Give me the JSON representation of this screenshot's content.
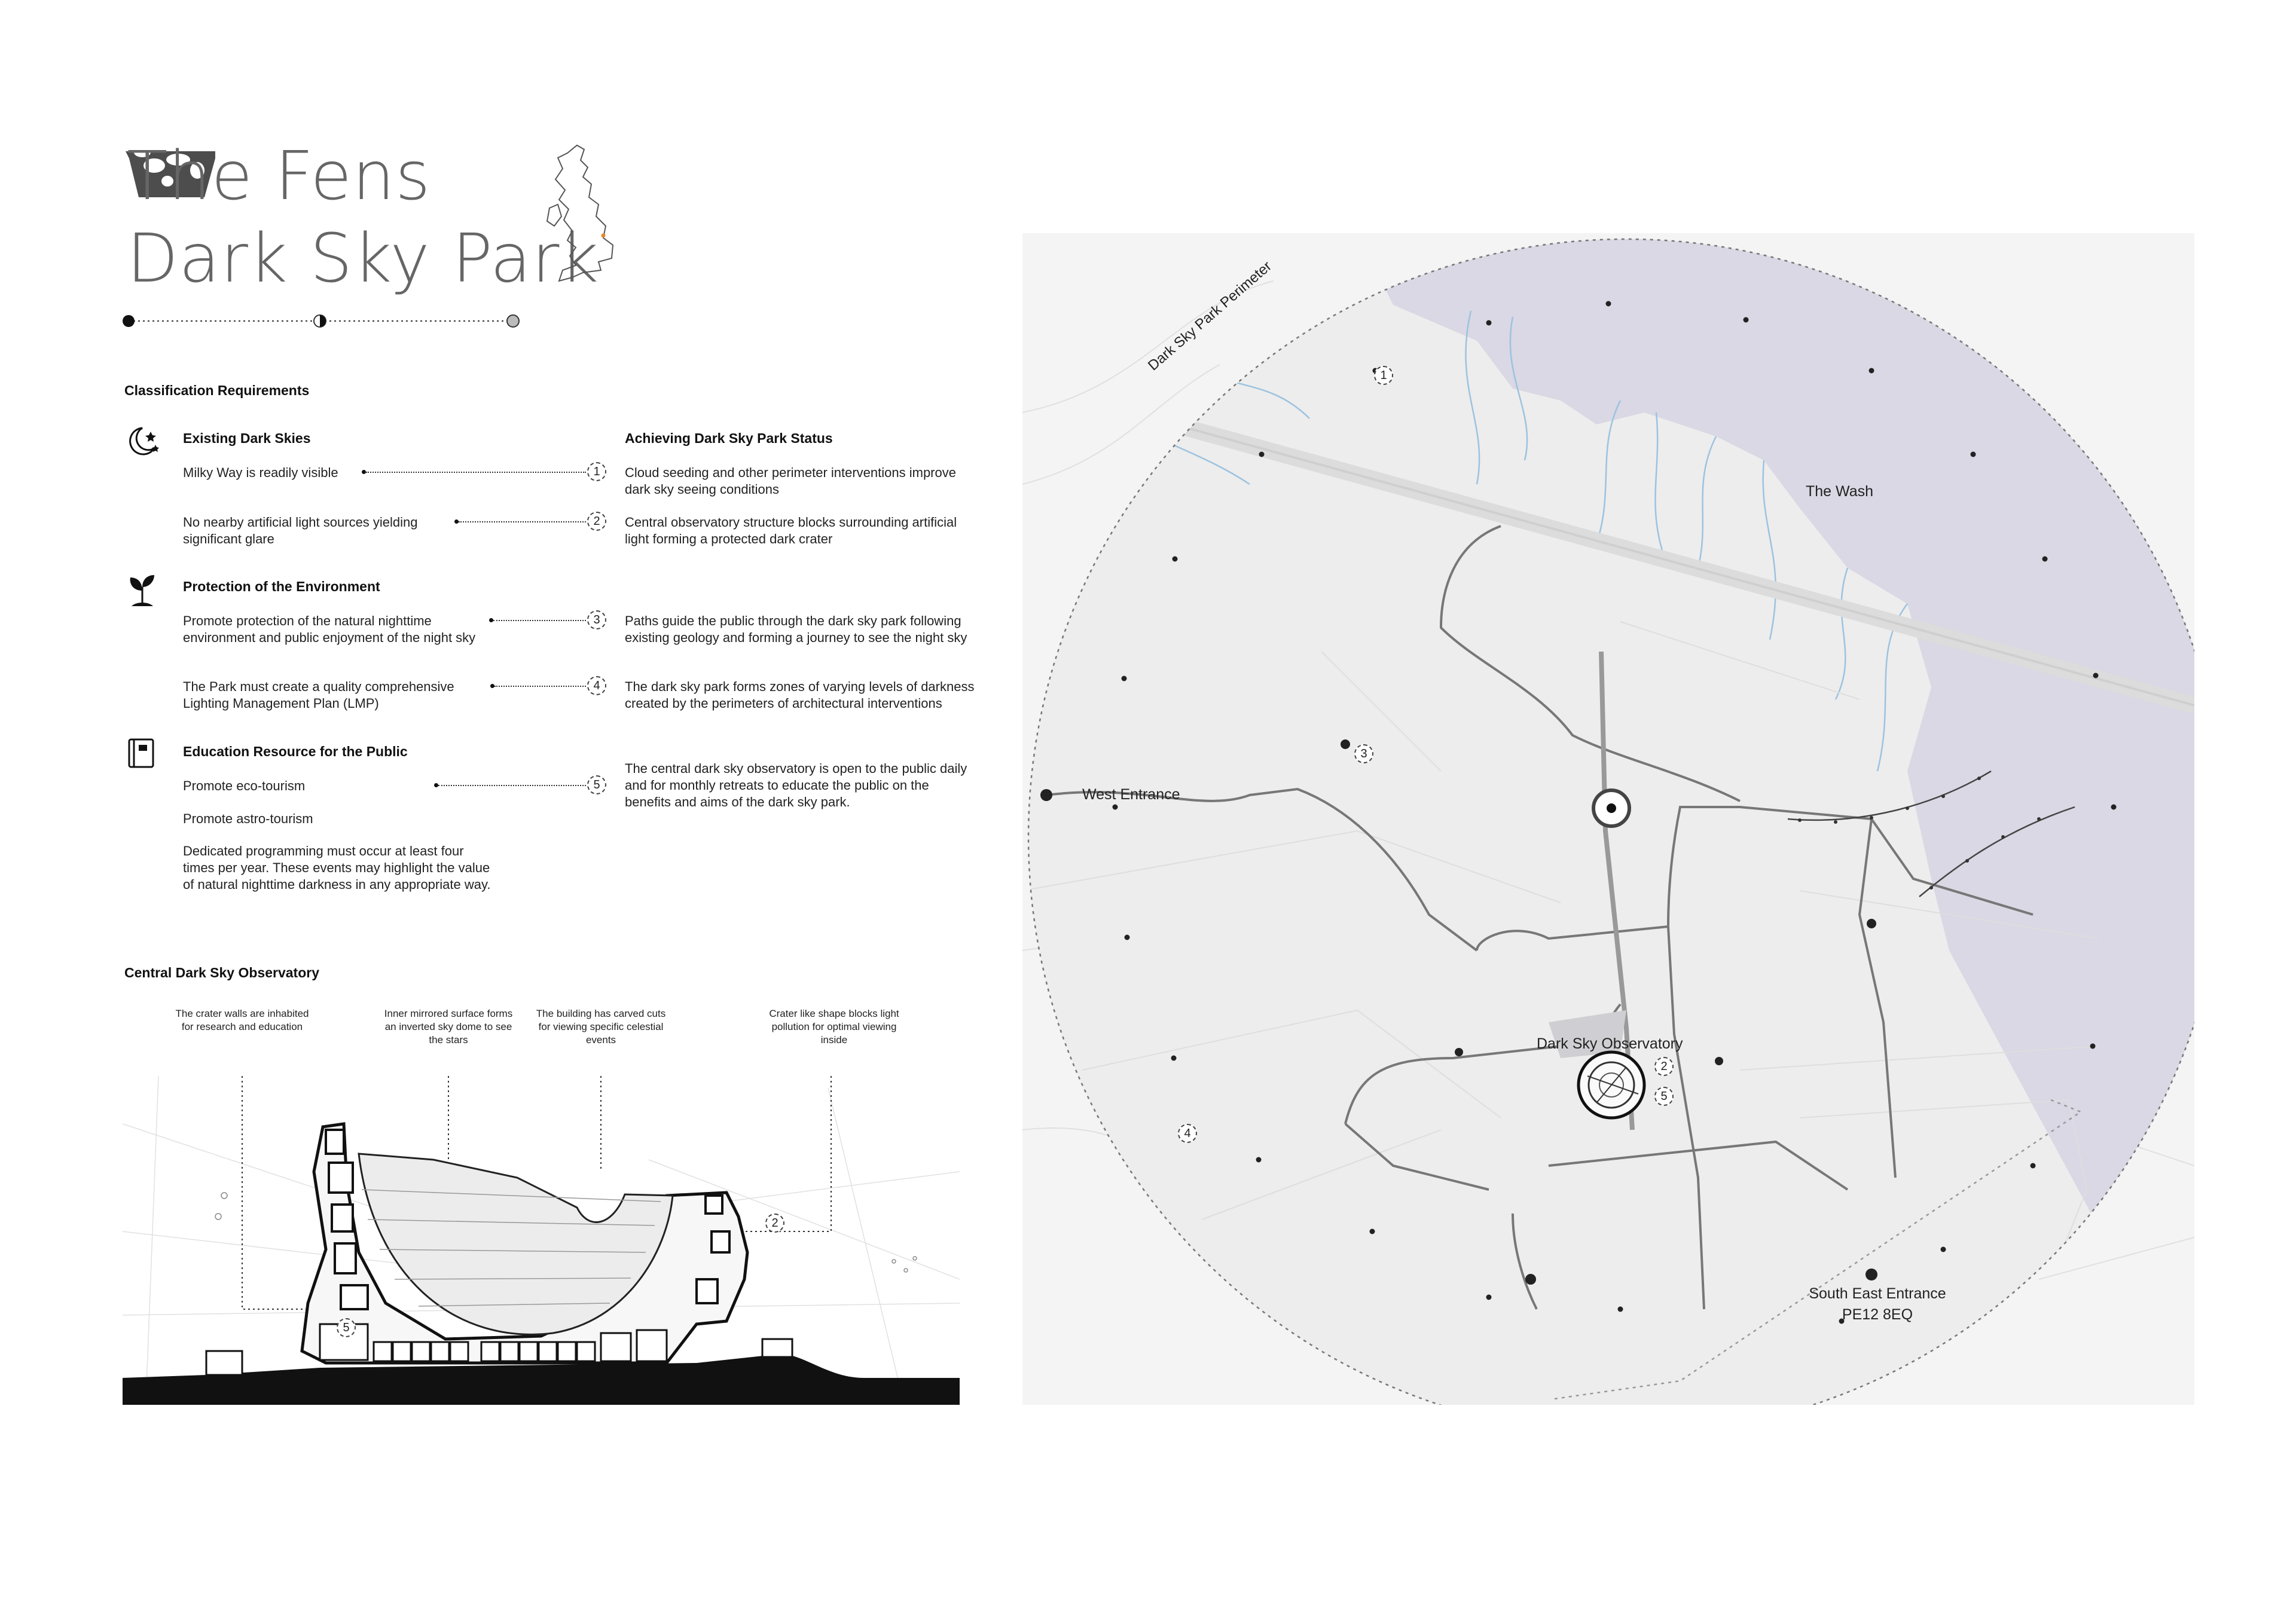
{
  "header": {
    "title_line1": "The Fens",
    "title_line2": "Dark Sky Park"
  },
  "classification": {
    "heading": "Classification Requirements",
    "achieving_heading": "Achieving Dark Sky Park Status",
    "groups": [
      {
        "title": "Existing Dark Skies",
        "icon": "moon-stars-icon",
        "items": [
          {
            "requirement": "Milky Way is readily visible",
            "number": "1",
            "response": "Cloud seeding and other perimeter interventions improve dark sky seeing conditions"
          },
          {
            "requirement": "No nearby artificial light sources yielding significant glare",
            "number": "2",
            "response": "Central observatory structure blocks surrounding artificial light forming a protected dark crater"
          }
        ]
      },
      {
        "title": "Protection of the Environment",
        "icon": "plant-sprout-icon",
        "items": [
          {
            "requirement": "Promote protection of the natural nighttime environment and public enjoyment of the night sky",
            "number": "3",
            "response": "Paths guide the public through the dark sky park following existing geology and forming a journey to see the night sky"
          },
          {
            "requirement": "The Park must create a quality comprehensive Lighting Management Plan (LMP)",
            "number": "4",
            "response": "The dark sky park forms zones of varying levels of darkness created by the perimeters of architectural interventions"
          }
        ]
      },
      {
        "title": "Education Resource for the Public",
        "icon": "notebook-icon",
        "items": [
          {
            "requirement": "Promote eco-tourism",
            "number": "5",
            "response": "The central dark sky observatory is open to the public daily and for monthly retreats to educate the public on the benefits and aims of the dark sky park."
          },
          {
            "requirement": "Promote astro-tourism"
          },
          {
            "requirement": "Dedicated programming must occur at least four times per year. These events may highlight the value of natural nighttime darkness in any appropriate way."
          }
        ]
      }
    ]
  },
  "observatory": {
    "heading": "Central Dark Sky Observatory",
    "annotations": [
      "The crater walls are inhabited for research and education",
      "Inner mirrored surface forms an inverted sky dome to see the stars",
      "The building has carved cuts for viewing specific celestial events",
      "Crater like shape blocks light pollution for optimal viewing inside"
    ],
    "markers": [
      "2",
      "5"
    ]
  },
  "map": {
    "perimeter_label": "Dark Sky Park Perimeter",
    "wash_label": "The Wash",
    "west_entrance": "West Entrance",
    "observatory_label": "Dark Sky Observatory",
    "south_east_entrance": "South East Entrance",
    "postcode": "PE12 8EQ",
    "markers": [
      "1",
      "2",
      "3",
      "4",
      "5"
    ]
  },
  "colors": {
    "title_gray": "#666666",
    "wash_purple": "#d9d8e4",
    "map_land": "#ededed",
    "water_blue": "#9cc3e0",
    "ink": "#1a1a1a",
    "uk_location": "#e8862a"
  }
}
